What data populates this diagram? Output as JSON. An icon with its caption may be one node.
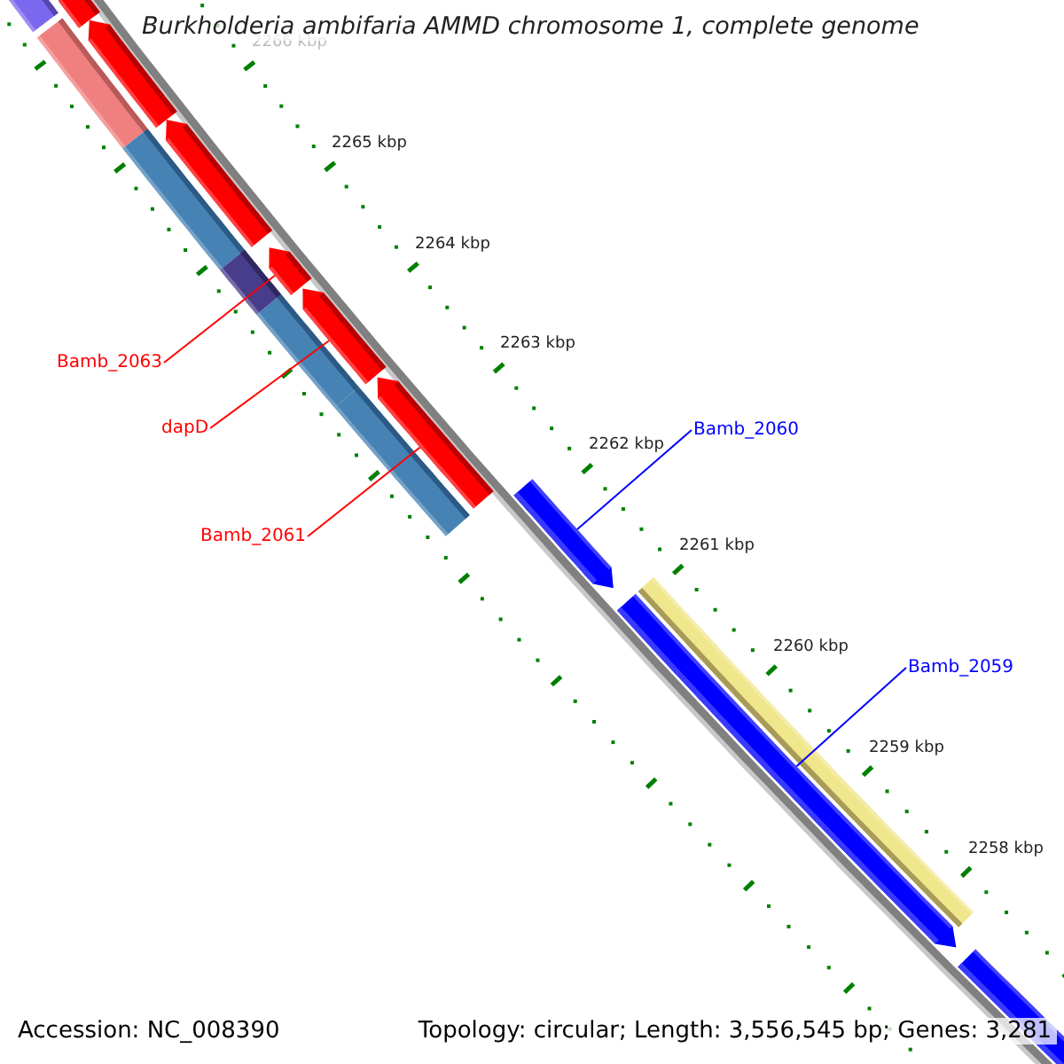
{
  "diagram": {
    "title": "Burkholderia ambifaria AMMD chromosome 1, complete genome",
    "nodes": [
      {
        "text": [
          "Bamb_2063"
        ]
      },
      {
        "text": [
          "dapD"
        ]
      },
      {
        "text": [
          "Bamb_2060"
        ]
      },
      {
        "text": [
          "Bamb_2061"
        ]
      },
      {
        "text": [
          "Bamb_2059"
        ]
      },
      {
        "text": [],
        "shape": "arrow"
      },
      {
        "text": [],
        "shape": "bar"
      },
      {
        "text": [],
        "shape": "arrow"
      },
      {
        "text": [],
        "shape": "bar"
      },
      {
        "text": [],
        "shape": "arrow"
      },
      {
        "text": [],
        "shape": "bar"
      },
      {
        "text": [],
        "shape": "arrow"
      },
      {
        "text": [],
        "shape": "bar"
      },
      {
        "text": [],
        "shape": "arrow"
      },
      {
        "text": [],
        "shape": "bar"
      },
      {
        "text": [],
        "shape": "arrow"
      },
      {
        "text": [],
        "shape": "bar"
      },
      {
        "text": [],
        "shape": "arrow"
      },
      {
        "text": [],
        "shape": "bar"
      },
      {
        "text": [],
        "shape": "arrow"
      },
      {
        "text": [],
        "shape": "arrow"
      }
    ],
    "edges": [
      {
        "from": 0,
        "to": 11,
        "arrow": "none"
      },
      {
        "from": 1,
        "to": 13,
        "arrow": "none"
      },
      {
        "from": 2,
        "to": 17,
        "arrow": "none",
        "color": "#0000ff"
      },
      {
        "from": 3,
        "to": 15,
        "arrow": "none"
      },
      {
        "from": 4,
        "to": 19,
        "arrow": "none",
        "color": "#0000ff"
      }
    ],
    "labels": [
      "2266 kbp",
      "2265 kbp",
      "2264 kbp",
      "2263 kbp",
      "2262 kbp",
      "2261 kbp",
      "2260 kbp",
      "2259 kbp",
      "2258 kbp",
      "Accession: NC_008390",
      "Topology: circular; Length: 3,556,545 bp; Genes: 3,281"
    ]
  }
}
